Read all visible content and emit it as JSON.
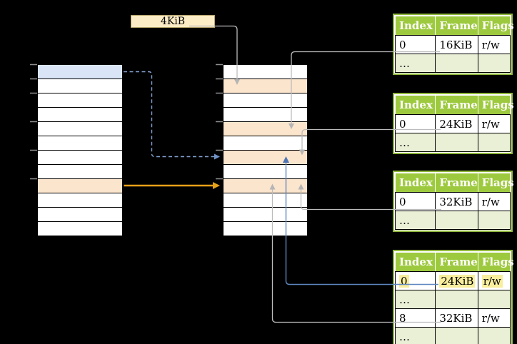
{
  "frame_size_label": "4KiB",
  "left_stack": {
    "row_count": 12,
    "highlighted_rows": [
      {
        "row": 0,
        "style": "blue"
      },
      {
        "row": 8,
        "style": "orange"
      }
    ]
  },
  "middle_stack": {
    "row_count": 12,
    "highlighted_rows": [
      {
        "row": 1,
        "style": "orange"
      },
      {
        "row": 4,
        "style": "orange"
      },
      {
        "row": 6,
        "style": "orange"
      },
      {
        "row": 8,
        "style": "orange"
      }
    ]
  },
  "page_tables": [
    {
      "columns": [
        "Index",
        "Frame",
        "Flags"
      ],
      "rows": [
        {
          "index": "0",
          "frame": "16KiB",
          "flags": "r/w"
        },
        {
          "index": "…",
          "frame": "",
          "flags": ""
        }
      ]
    },
    {
      "columns": [
        "Index",
        "Frame",
        "Flags"
      ],
      "rows": [
        {
          "index": "0",
          "frame": "24KiB",
          "flags": "r/w"
        },
        {
          "index": "…",
          "frame": "",
          "flags": ""
        }
      ]
    },
    {
      "columns": [
        "Index",
        "Frame",
        "Flags"
      ],
      "rows": [
        {
          "index": "0",
          "frame": "32KiB",
          "flags": "r/w"
        },
        {
          "index": "…",
          "frame": "",
          "flags": ""
        }
      ]
    },
    {
      "columns": [
        "Index",
        "Frame",
        "Flags"
      ],
      "rows": [
        {
          "index": "0",
          "frame": "24KiB",
          "flags": "r/w",
          "highlighted": true
        },
        {
          "index": "…",
          "frame": "",
          "flags": ""
        },
        {
          "index": "8",
          "frame": "32KiB",
          "flags": "r/w"
        },
        {
          "index": "…",
          "frame": "",
          "flags": ""
        }
      ]
    }
  ],
  "colors": {
    "background": "#000000",
    "row_highlight_blue": "#d9e5f6",
    "row_highlight_orange": "#fce5cd",
    "label_box_fill": "#fdedc6",
    "table_header_green": "#9dc93e",
    "table_row_light_green": "#e9f0d6",
    "table_border_green": "#8fb63c",
    "cell_highlight_yellow": "#f8ee9d",
    "connector_gray": "#bcbcbc",
    "connector_blue": "#5f88c0",
    "connector_dashed_blue": "#85a3d3",
    "connector_orange": "#e8a018"
  }
}
